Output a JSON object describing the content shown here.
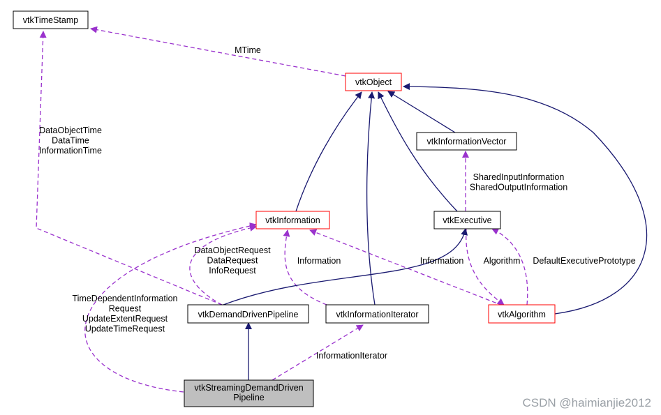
{
  "nodes": {
    "timestamp": {
      "lines": [
        "vtkTimeStamp"
      ],
      "style": "normal"
    },
    "object": {
      "lines": [
        "vtkObject"
      ],
      "style": "red"
    },
    "infovector": {
      "lines": [
        "vtkInformationVector"
      ],
      "style": "normal"
    },
    "information": {
      "lines": [
        "vtkInformation"
      ],
      "style": "red"
    },
    "executive": {
      "lines": [
        "vtkExecutive"
      ],
      "style": "normal"
    },
    "ddpipeline": {
      "lines": [
        "vtkDemandDrivenPipeline"
      ],
      "style": "normal"
    },
    "infoiterator": {
      "lines": [
        "vtkInformationIterator"
      ],
      "style": "normal"
    },
    "algorithm": {
      "lines": [
        "vtkAlgorithm"
      ],
      "style": "red"
    },
    "streaming": {
      "lines": [
        "vtkStreamingDemandDriven",
        "Pipeline"
      ],
      "style": "focus"
    }
  },
  "edge_labels": {
    "mtime": [
      "MTime"
    ],
    "timestamp_ddp": [
      "DataObjectTime",
      "DataTime",
      "InformationTime"
    ],
    "infovector_exec": [
      "SharedInputInformation",
      "SharedOutputInformation"
    ],
    "info_ddp": [
      "DataObjectRequest",
      "DataRequest",
      "InfoRequest"
    ],
    "info_iterator": [
      "Information"
    ],
    "info_algorithm": [
      "Information"
    ],
    "exec_algorithm": [
      "Algorithm"
    ],
    "algorithm_exec": [
      "DefaultExecutivePrototype"
    ],
    "info_streaming": [
      "TimeDependentInformation",
      "Request",
      "UpdateExtentRequest",
      "UpdateTimeRequest"
    ],
    "iterator_streaming": [
      "InformationIterator"
    ]
  },
  "watermark": "CSDN @haimianjie2012",
  "colors": {
    "inherit": "#191970",
    "usage": "#9a32cd",
    "red_border": "#ff0000",
    "focus_fill": "#bfbfbf"
  }
}
